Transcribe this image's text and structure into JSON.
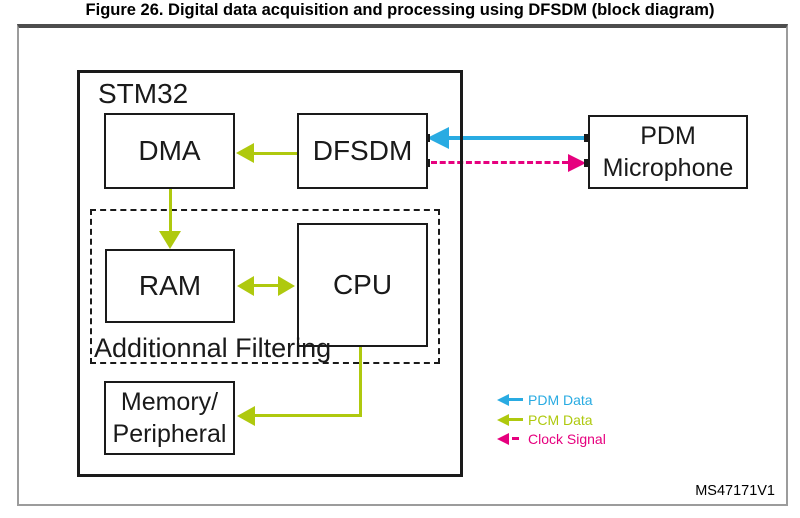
{
  "figure": {
    "title": "Figure 26. Digital data acquisition and processing using DFSDM (block diagram)",
    "reference_code": "MS47171V1"
  },
  "diagram": {
    "container_label": "STM32",
    "group_label": "Additionnal Filtering",
    "blocks": {
      "dma": {
        "label": "DMA"
      },
      "dfsdm": {
        "label": "DFSDM"
      },
      "ram": {
        "label": "RAM"
      },
      "cpu": {
        "label": "CPU"
      },
      "memory": {
        "line1": "Memory/",
        "line2": "Peripheral"
      },
      "pdm_microphone": {
        "line1": "PDM",
        "line2": "Microphone"
      }
    },
    "connections": [
      {
        "signal": "PDM Data",
        "from": "PDM Microphone",
        "to": "DFSDM",
        "style": "solid",
        "color": "#29ABE2"
      },
      {
        "signal": "Clock Signal",
        "from": "DFSDM",
        "to": "PDM Microphone",
        "style": "dashed",
        "color": "#E6007E"
      },
      {
        "signal": "PCM Data",
        "from": "DFSDM",
        "to": "DMA",
        "style": "solid",
        "color": "#AFC90E"
      },
      {
        "signal": "PCM Data",
        "from": "DMA",
        "to": "RAM",
        "style": "solid",
        "color": "#AFC90E"
      },
      {
        "signal": "PCM Data",
        "from": "RAM",
        "to": "CPU",
        "style": "solid-bidirectional",
        "color": "#AFC90E"
      },
      {
        "signal": "PCM Data",
        "from": "CPU",
        "to": "Memory/Peripheral",
        "style": "solid",
        "color": "#AFC90E"
      }
    ]
  },
  "legend": {
    "items": [
      {
        "label": "PDM Data",
        "color": "#29ABE2",
        "style": "solid"
      },
      {
        "label": "PCM Data",
        "color": "#AFC90E",
        "style": "solid"
      },
      {
        "label": "Clock Signal",
        "color": "#E6007E",
        "style": "dashed"
      }
    ]
  }
}
